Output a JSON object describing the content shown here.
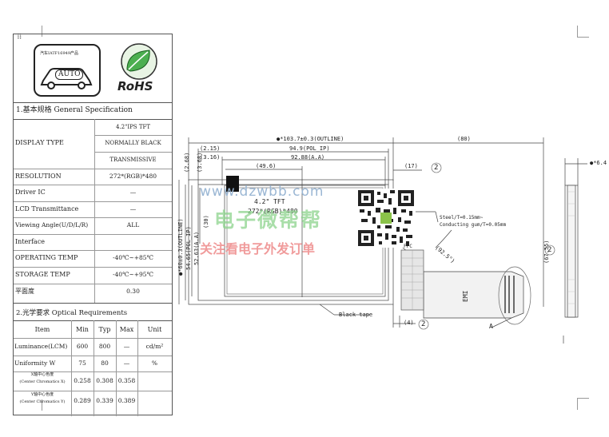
{
  "logos": {
    "auto_caption": "汽车IATF16949产品",
    "auto_label": "AUTO",
    "rohs_label": "RoHS"
  },
  "general": {
    "title": "1.基本规格 General Specification",
    "rows": [
      {
        "label": "DISPLAY TYPE",
        "values": [
          "4.2\"IPS TFT",
          "NORMALLY BLACK",
          "TRANSMISSIVE"
        ]
      },
      {
        "label": "RESOLUTION",
        "value": "272*(RGB)*480"
      },
      {
        "label": "Driver IC",
        "value": "—"
      },
      {
        "label": "LCD Transmittance",
        "value": "—"
      },
      {
        "label": "Viewing Angle(U/D/L/R)",
        "value": "ALL"
      },
      {
        "label": "Interface",
        "value": ""
      },
      {
        "label": "OPERATING TEMP",
        "value": "-40℃~+85℃"
      },
      {
        "label": "STORAGE TEMP",
        "value": "-40℃~+95℃"
      },
      {
        "label": "平面度",
        "value": "0.30"
      }
    ]
  },
  "optical": {
    "title": "2.光学要求 Optical Requirements",
    "headers": [
      "Item",
      "Min",
      "Typ",
      "Max",
      "Unit"
    ],
    "rows": [
      {
        "item": "Luminance(LCM)",
        "min": "600",
        "typ": "800",
        "max": "—",
        "unit": "cd/m²"
      },
      {
        "item": "Uniformity W",
        "min": "75",
        "typ": "80",
        "max": "—",
        "unit": "%"
      },
      {
        "item": "X轴中心色度",
        "item2": "(Center Chromatics X)",
        "min": "0.258",
        "typ": "0.308",
        "max": "0.358",
        "unit": ""
      },
      {
        "item": "Y轴中心色度",
        "item2": "(Center Chromatics Y)",
        "min": "0.289",
        "typ": "0.339",
        "max": "0.389",
        "unit": ""
      }
    ]
  },
  "drawing": {
    "outline": "●*103.7±0.3(OUTLINE)",
    "d80": "(80)",
    "d215": "(2.15)",
    "d316": "(3.16)",
    "pol": "94.9(POL_IP)",
    "aa": "92.88(A.A)",
    "d268": "(2.68)",
    "d368": "(3.68)",
    "d496": "(49.6)",
    "d17": "(17)",
    "rev2": "2",
    "panel1": "4.2\" TFT",
    "panel2": "272*(RGB)*480",
    "v1": "●*60±0.3(OUTLINE)",
    "v2": "54.65(POL_IP)",
    "v3": "52.63(A.A)",
    "v4": "(30)",
    "steel1": "Steel/T=0.15mm~",
    "steel2": "Conducting gum/T=0.05mm",
    "angle": "(92.5°)",
    "fpc": "FPC",
    "emi": "EMI",
    "d6755": "(67.55)",
    "black_tape": "Black tape",
    "d4": "(4)",
    "mark_a": "A",
    "d64": "●*6.4"
  },
  "watermark": {
    "url": "www.dzwbb.com",
    "name": "电子微帮帮",
    "slogan": "关注看电子外发订单"
  }
}
